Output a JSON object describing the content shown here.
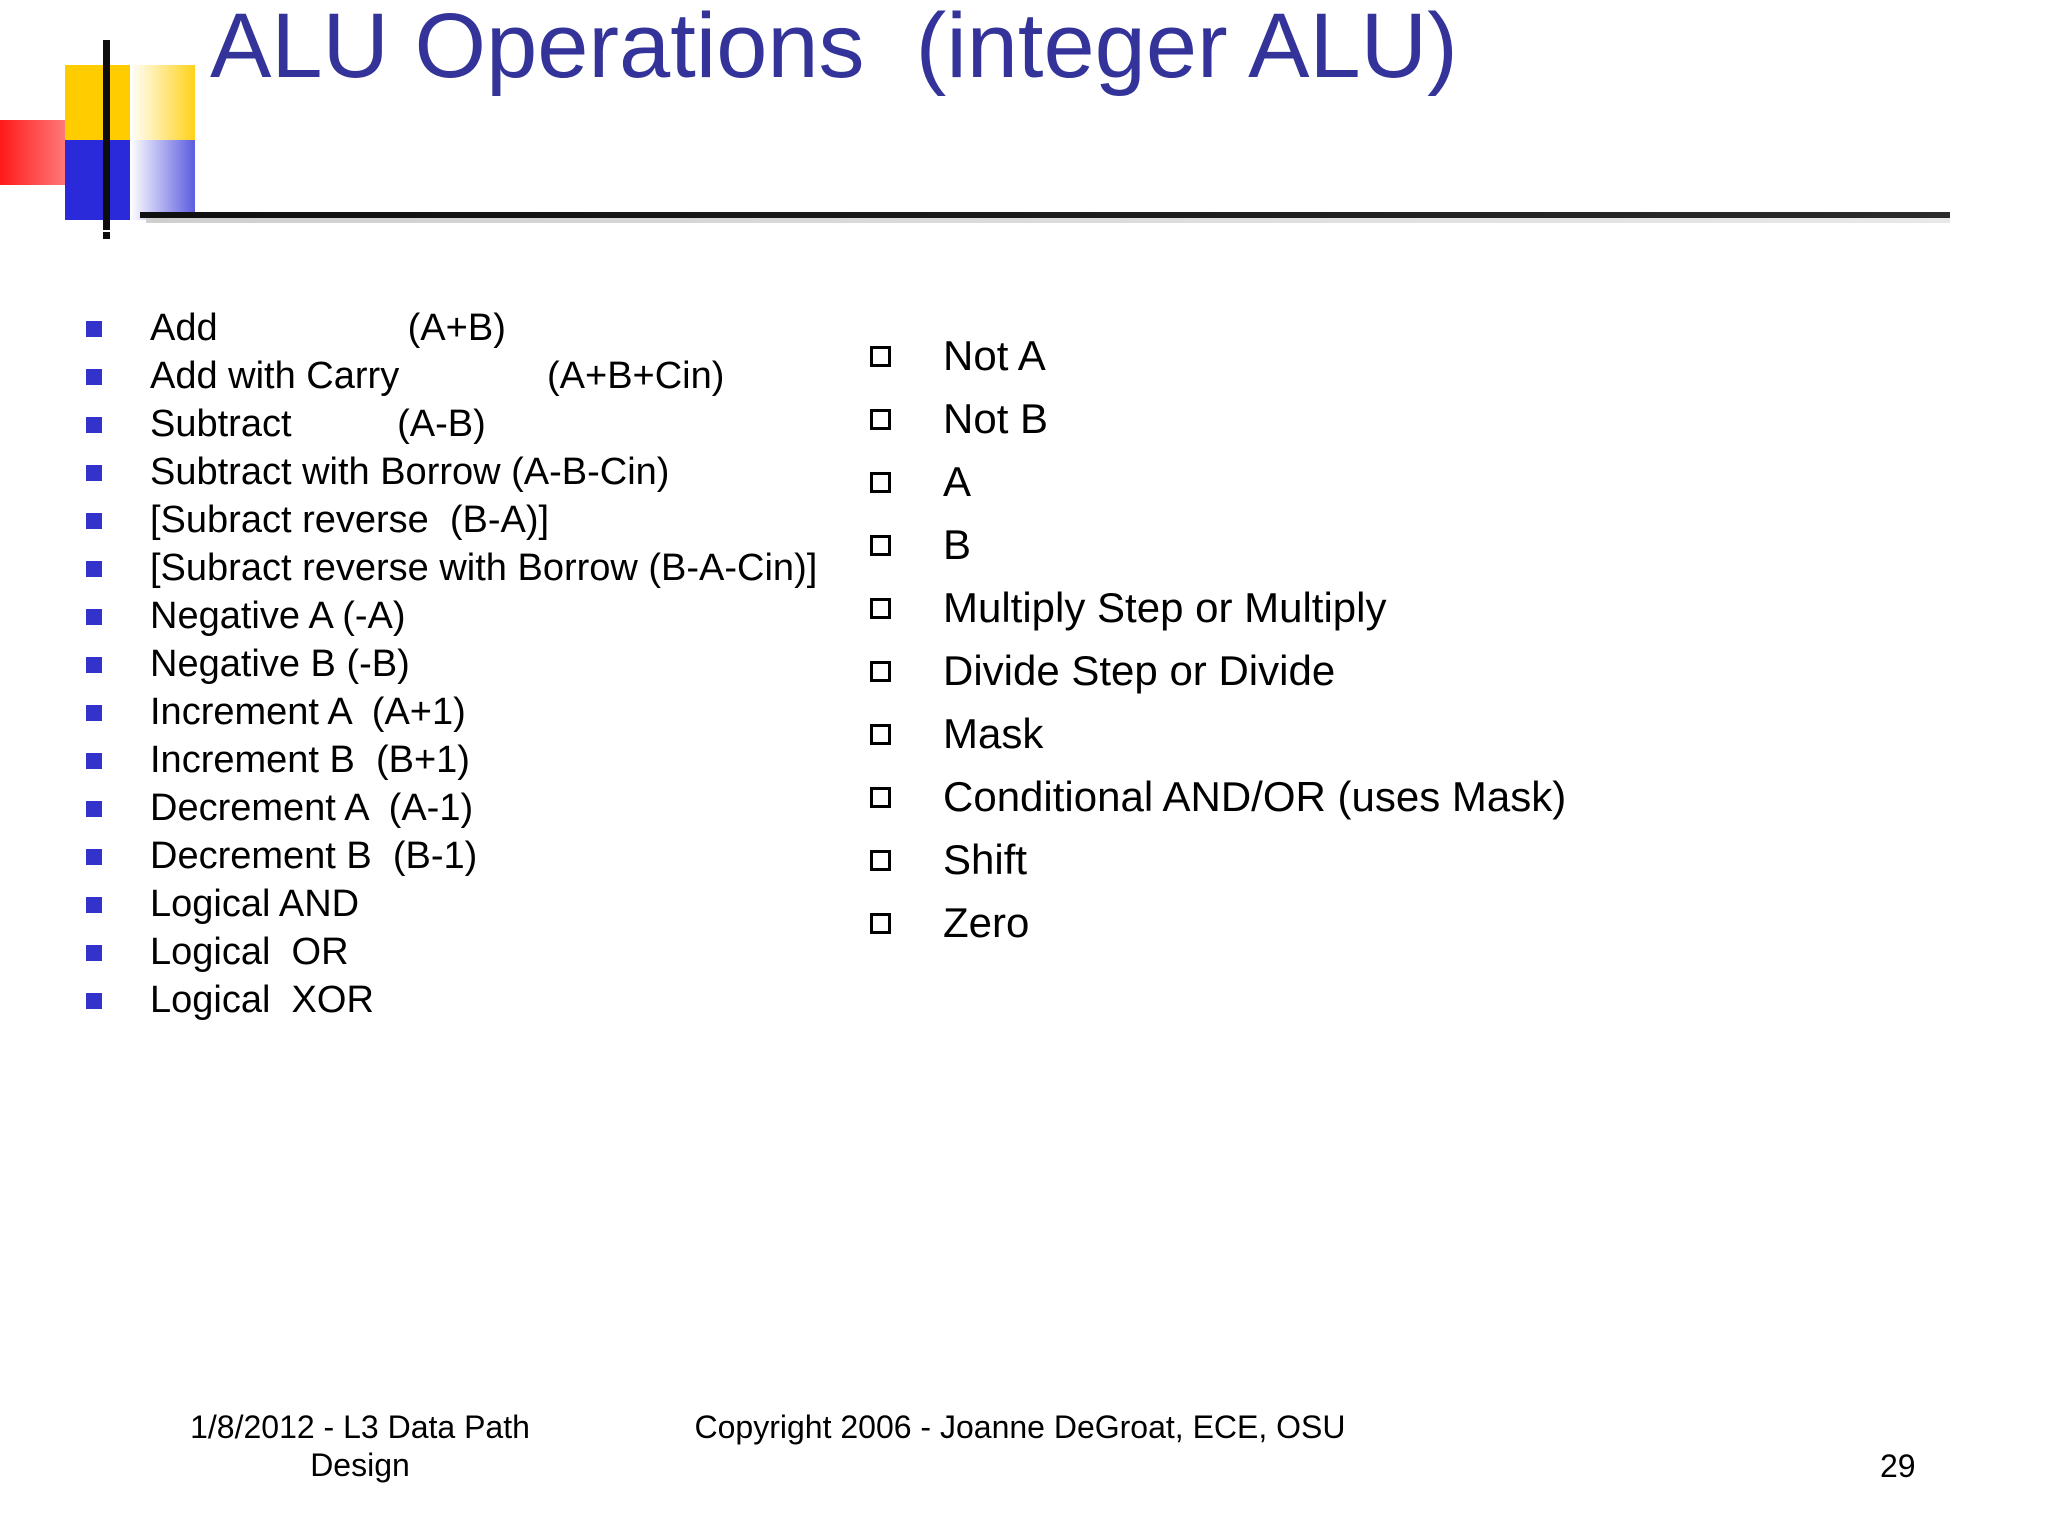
{
  "slide": {
    "title": "ALU Operations  (integer ALU)",
    "title_color": "#333399",
    "left_list": {
      "bullet_glyph": "filled-square",
      "bullet_color": "#3333CC",
      "items": [
        "Add                  (A+B)",
        "Add with Carry              (A+B+Cin)",
        "Subtract          (A-B)",
        "Subtract with Borrow (A-B-Cin)",
        "[Subract reverse  (B-A)]",
        "[Subract reverse with Borrow (B-A-Cin)]",
        "Negative A (-A)",
        "Negative B (-B)",
        "Increment A  (A+1)",
        "Increment B  (B+1)",
        "Decrement A  (A-1)",
        "Decrement B  (B-1)",
        "Logical AND",
        "Logical  OR",
        "Logical  XOR"
      ]
    },
    "right_list": {
      "bullet_glyph": "hollow-square",
      "bullet_color": "#000000",
      "items": [
        "Not A",
        "Not B",
        "A",
        "B",
        "Multiply Step or Multiply",
        "Divide Step or Divide",
        "Mask",
        "Conditional AND/OR (uses Mask)",
        "Shift",
        "Zero"
      ]
    },
    "footer": {
      "left": "1/8/2012 - L3 Data Path Design",
      "center": "Copyright 2006 - Joanne DeGroat, ECE, OSU",
      "page_number": "29"
    }
  }
}
